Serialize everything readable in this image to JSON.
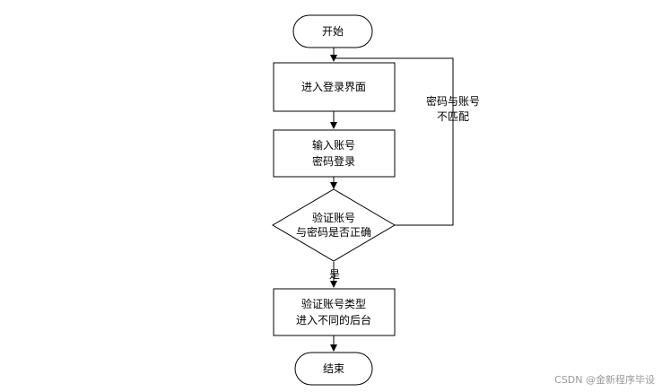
{
  "flowchart": {
    "nodes": {
      "start": {
        "shape": "terminal",
        "lines": [
          "开始"
        ]
      },
      "login_page": {
        "shape": "process",
        "lines": [
          "进入登录界面"
        ]
      },
      "input": {
        "shape": "process",
        "lines": [
          "输入账号",
          "密码登录"
        ]
      },
      "verify": {
        "shape": "decision",
        "lines": [
          "验证账号",
          "与密码是否正确"
        ]
      },
      "dispatch": {
        "shape": "process",
        "lines": [
          "验证账号类型",
          "进入不同的后台"
        ]
      },
      "end": {
        "shape": "terminal",
        "lines": [
          "结束"
        ]
      }
    },
    "edges": {
      "yes_label": "是",
      "mismatch_label_lines": [
        "密码与账号",
        "不匹配"
      ]
    }
  },
  "watermark": "CSDN @金新程序毕设",
  "colors": {
    "stroke": "#000000",
    "fill": "#ffffff",
    "text": "#000000",
    "watermark": "#9a9a9a"
  }
}
